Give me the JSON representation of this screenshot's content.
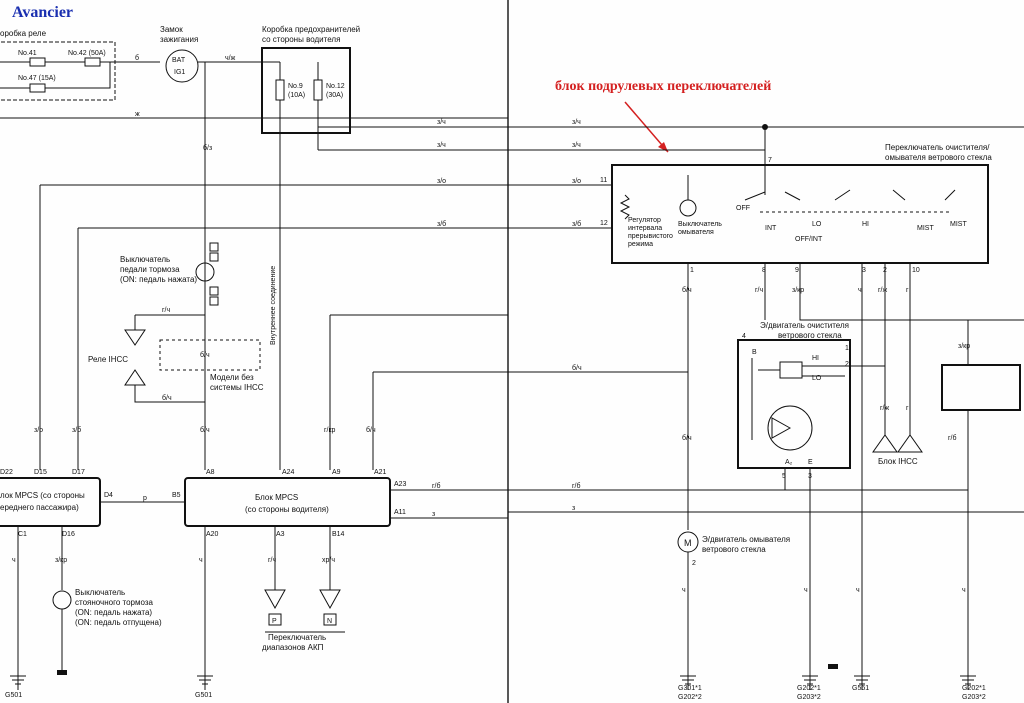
{
  "brand": "Avancier",
  "annotation": {
    "text": "блок подрулевых переключателей",
    "color": "#d42020"
  },
  "labels": {
    "relay_box": "оробка реле",
    "fuse_41": "No.41",
    "fuse_42": "No.42 (50A)",
    "fuse_47": "No.47 (15A)",
    "ignition_l1": "Замок",
    "ignition_l2": "зажигания",
    "bat": "BAT",
    "ig1": "IG1",
    "fusebox_l1": "Коробка предохранителей",
    "fusebox_l2": "со стороны водителя",
    "fuse_9a": "No.9",
    "fuse_9b": "(10A)",
    "fuse_12a": "No.12",
    "fuse_12b": "(30A)",
    "brake_sw_l1": "Выключатель",
    "brake_sw_l2": "педали тормоза",
    "brake_sw_l3": "(ON: педаль нажата)",
    "relay_ihcc": "Реле IHCC",
    "models_l1": "Модели без",
    "models_l2": "системы IHCC",
    "internal": "Внутреннее соединение",
    "mpcs_left_l1": "лок MPCS (со стороны",
    "mpcs_left_l2": "ереднего пассажира)",
    "mpcs_main_l1": "Блок MPCS",
    "mpcs_main_l2": "(со стороны водителя)",
    "park_l1": "Выключатель",
    "park_l2": "стояночного тормоза",
    "park_l3": "(ON: педаль нажата)",
    "park_l4": "(ON: педаль отпущена)",
    "akp_l1": "Переключатель",
    "akp_l2": "диапазонов АКП",
    "switch_l1": "Переключатель очистителя/",
    "switch_l2": "омывателя ветрового стекла",
    "regulator_l1": "Регулятор",
    "regulator_l2": "интервала",
    "regulator_l3": "прерывистого",
    "regulator_l4": "режима",
    "washer_sw_l1": "Выключатель",
    "washer_sw_l2": "омывателя",
    "wiper_motor_l1": "Э/двигатель очистителя",
    "wiper_motor_l2": "ветрового стекла",
    "washer_motor_l1": "Э/двигатель омывателя",
    "washer_motor_l2": "ветрового стекла",
    "ihcc_block": "Блок IHCC",
    "off": "OFF",
    "int": "INT",
    "lo": "LO",
    "hi": "HI",
    "mist": "MIST",
    "offint": "OFF/INT",
    "hi_m": "HI",
    "lo_m": "LO"
  },
  "wires": [
    "б",
    "ч/ж",
    "ж",
    "б/з",
    "з/ч",
    "з/о",
    "з/б",
    "г/ч",
    "б/ч",
    "г/кр",
    "р",
    "г/б",
    "з",
    "ч",
    "з/кр",
    "хр/ч",
    "г/ж",
    "г"
  ],
  "connectors": [
    "D22",
    "D15",
    "D17",
    "D4",
    "B5",
    "A8",
    "A24",
    "A9",
    "A21",
    "A23",
    "A11",
    "C1",
    "D16",
    "A20",
    "A3",
    "B14"
  ],
  "grounds": [
    "G501",
    "G501",
    "G301*1",
    "G202*2",
    "G202*1",
    "G203*2",
    "G561",
    "G202*1",
    "G203*2"
  ],
  "pins": {
    "p11": "11",
    "p12": "12",
    "p7": "7",
    "p1": "1",
    "p8": "8",
    "p9": "9",
    "p3": "3",
    "p2": "2",
    "p10": "10",
    "p4": "4",
    "pB": "B",
    "pA": "A₂",
    "pE": "E",
    "p5": "5"
  },
  "akp": {
    "p": "P",
    "n": "N"
  }
}
